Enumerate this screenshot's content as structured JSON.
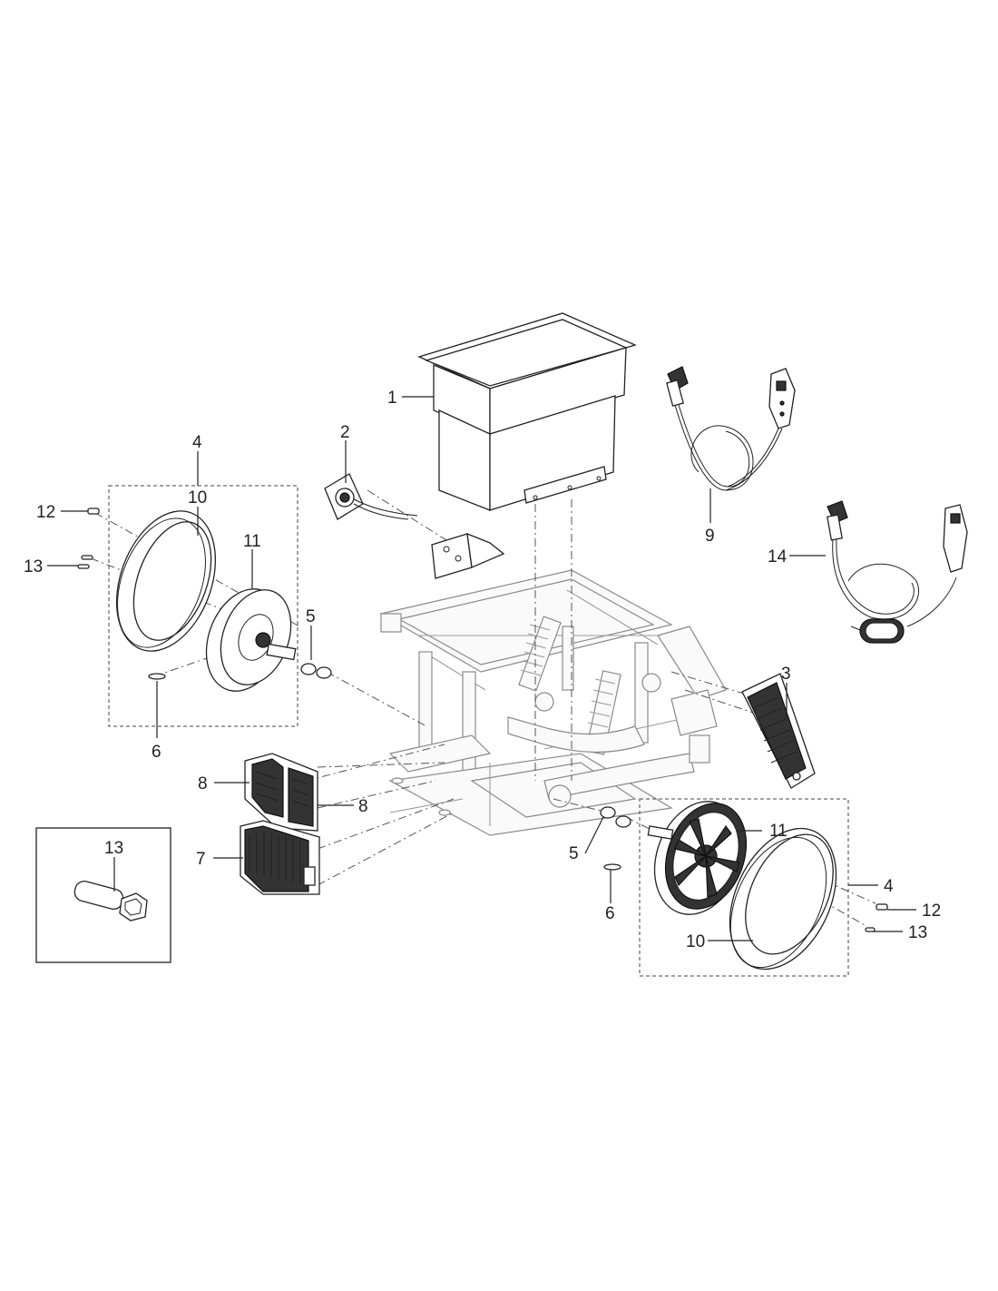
{
  "callouts": {
    "c1": "1",
    "c2": "2",
    "c3": "3",
    "c4a": "4",
    "c4b": "4",
    "c5a": "5",
    "c5b": "5",
    "c6a": "6",
    "c6b": "6",
    "c7": "7",
    "c8a": "8",
    "c8b": "8",
    "c9": "9",
    "c10a": "10",
    "c10b": "10",
    "c11a": "11",
    "c11b": "11",
    "c12a": "12",
    "c12b": "12",
    "c13a": "13",
    "c13b": "13",
    "c13c": "13",
    "c14": "14"
  },
  "colors": {
    "ink": "#222222",
    "frame": "#8a8a8a",
    "dark_part": "#333333"
  }
}
